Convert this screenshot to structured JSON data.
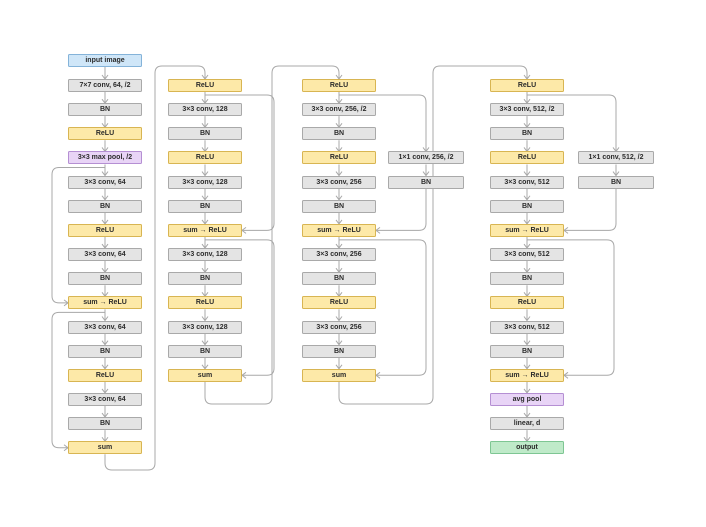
{
  "colors": {
    "input": "#cfe6f8",
    "gray": "#e4e4e4",
    "yellow": "#fde9a8",
    "purple": "#e8d4f6",
    "green": "#bfeac9",
    "connector": "#a8a8a8"
  },
  "columns": [
    {
      "nodes": [
        {
          "label": "input image",
          "kind": "input"
        },
        {
          "label": "7×7 conv, 64, /2",
          "kind": "gray"
        },
        {
          "label": "BN",
          "kind": "gray"
        },
        {
          "label": "ReLU",
          "kind": "yellow"
        },
        {
          "label": "3×3 max pool, /2",
          "kind": "purple"
        },
        {
          "label": "3×3 conv, 64",
          "kind": "gray"
        },
        {
          "label": "BN",
          "kind": "gray"
        },
        {
          "label": "ReLU",
          "kind": "yellow"
        },
        {
          "label": "3×3 conv, 64",
          "kind": "gray"
        },
        {
          "label": "BN",
          "kind": "gray"
        },
        {
          "label": "sum → ReLU",
          "kind": "yellow"
        },
        {
          "label": "3×3 conv, 64",
          "kind": "gray"
        },
        {
          "label": "BN",
          "kind": "gray"
        },
        {
          "label": "ReLU",
          "kind": "yellow"
        },
        {
          "label": "3×3 conv, 64",
          "kind": "gray"
        },
        {
          "label": "BN",
          "kind": "gray"
        },
        {
          "label": "sum",
          "kind": "yellow"
        }
      ]
    },
    {
      "nodes": [
        {
          "label": "ReLU",
          "kind": "yellow"
        },
        {
          "label": "3×3 conv, 128",
          "kind": "gray"
        },
        {
          "label": "BN",
          "kind": "gray"
        },
        {
          "label": "ReLU",
          "kind": "yellow"
        },
        {
          "label": "3×3 conv, 128",
          "kind": "gray"
        },
        {
          "label": "BN",
          "kind": "gray"
        },
        {
          "label": "sum → ReLU",
          "kind": "yellow"
        },
        {
          "label": "3×3 conv, 128",
          "kind": "gray"
        },
        {
          "label": "BN",
          "kind": "gray"
        },
        {
          "label": "ReLU",
          "kind": "yellow"
        },
        {
          "label": "3×3 conv, 128",
          "kind": "gray"
        },
        {
          "label": "BN",
          "kind": "gray"
        },
        {
          "label": "sum",
          "kind": "yellow"
        }
      ]
    },
    {
      "nodes": [
        {
          "label": "ReLU",
          "kind": "yellow"
        },
        {
          "label": "3×3 conv, 256, /2",
          "kind": "gray"
        },
        {
          "label": "BN",
          "kind": "gray"
        },
        {
          "label": "ReLU",
          "kind": "yellow"
        },
        {
          "label": "3×3 conv, 256",
          "kind": "gray"
        },
        {
          "label": "BN",
          "kind": "gray"
        },
        {
          "label": "sum → ReLU",
          "kind": "yellow"
        },
        {
          "label": "3×3 conv, 256",
          "kind": "gray"
        },
        {
          "label": "BN",
          "kind": "gray"
        },
        {
          "label": "ReLU",
          "kind": "yellow"
        },
        {
          "label": "3×3 conv, 256",
          "kind": "gray"
        },
        {
          "label": "BN",
          "kind": "gray"
        },
        {
          "label": "sum",
          "kind": "yellow"
        }
      ],
      "shortcut": [
        {
          "label": "1×1 conv, 256, /2",
          "kind": "gray"
        },
        {
          "label": "BN",
          "kind": "gray"
        }
      ]
    },
    {
      "nodes": [
        {
          "label": "ReLU",
          "kind": "yellow"
        },
        {
          "label": "3×3 conv, 512, /2",
          "kind": "gray"
        },
        {
          "label": "BN",
          "kind": "gray"
        },
        {
          "label": "ReLU",
          "kind": "yellow"
        },
        {
          "label": "3×3 conv, 512",
          "kind": "gray"
        },
        {
          "label": "BN",
          "kind": "gray"
        },
        {
          "label": "sum → ReLU",
          "kind": "yellow"
        },
        {
          "label": "3×3 conv, 512",
          "kind": "gray"
        },
        {
          "label": "BN",
          "kind": "gray"
        },
        {
          "label": "ReLU",
          "kind": "yellow"
        },
        {
          "label": "3×3 conv, 512",
          "kind": "gray"
        },
        {
          "label": "BN",
          "kind": "gray"
        },
        {
          "label": "sum → ReLU",
          "kind": "yellow"
        },
        {
          "label": "avg pool",
          "kind": "purple"
        },
        {
          "label": "linear, d",
          "kind": "gray"
        },
        {
          "label": "output",
          "kind": "green"
        }
      ],
      "shortcut": [
        {
          "label": "1×1 conv, 512, /2",
          "kind": "gray"
        },
        {
          "label": "BN",
          "kind": "gray"
        }
      ]
    }
  ]
}
